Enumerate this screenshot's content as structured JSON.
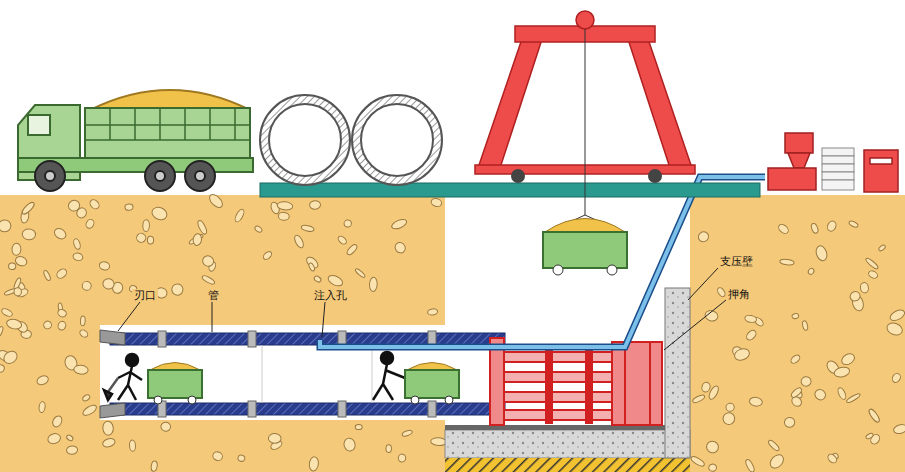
{
  "diagram": {
    "labels": [
      "刃口",
      "管",
      "注入孔",
      "支压壁",
      "押角"
    ]
  }
}
